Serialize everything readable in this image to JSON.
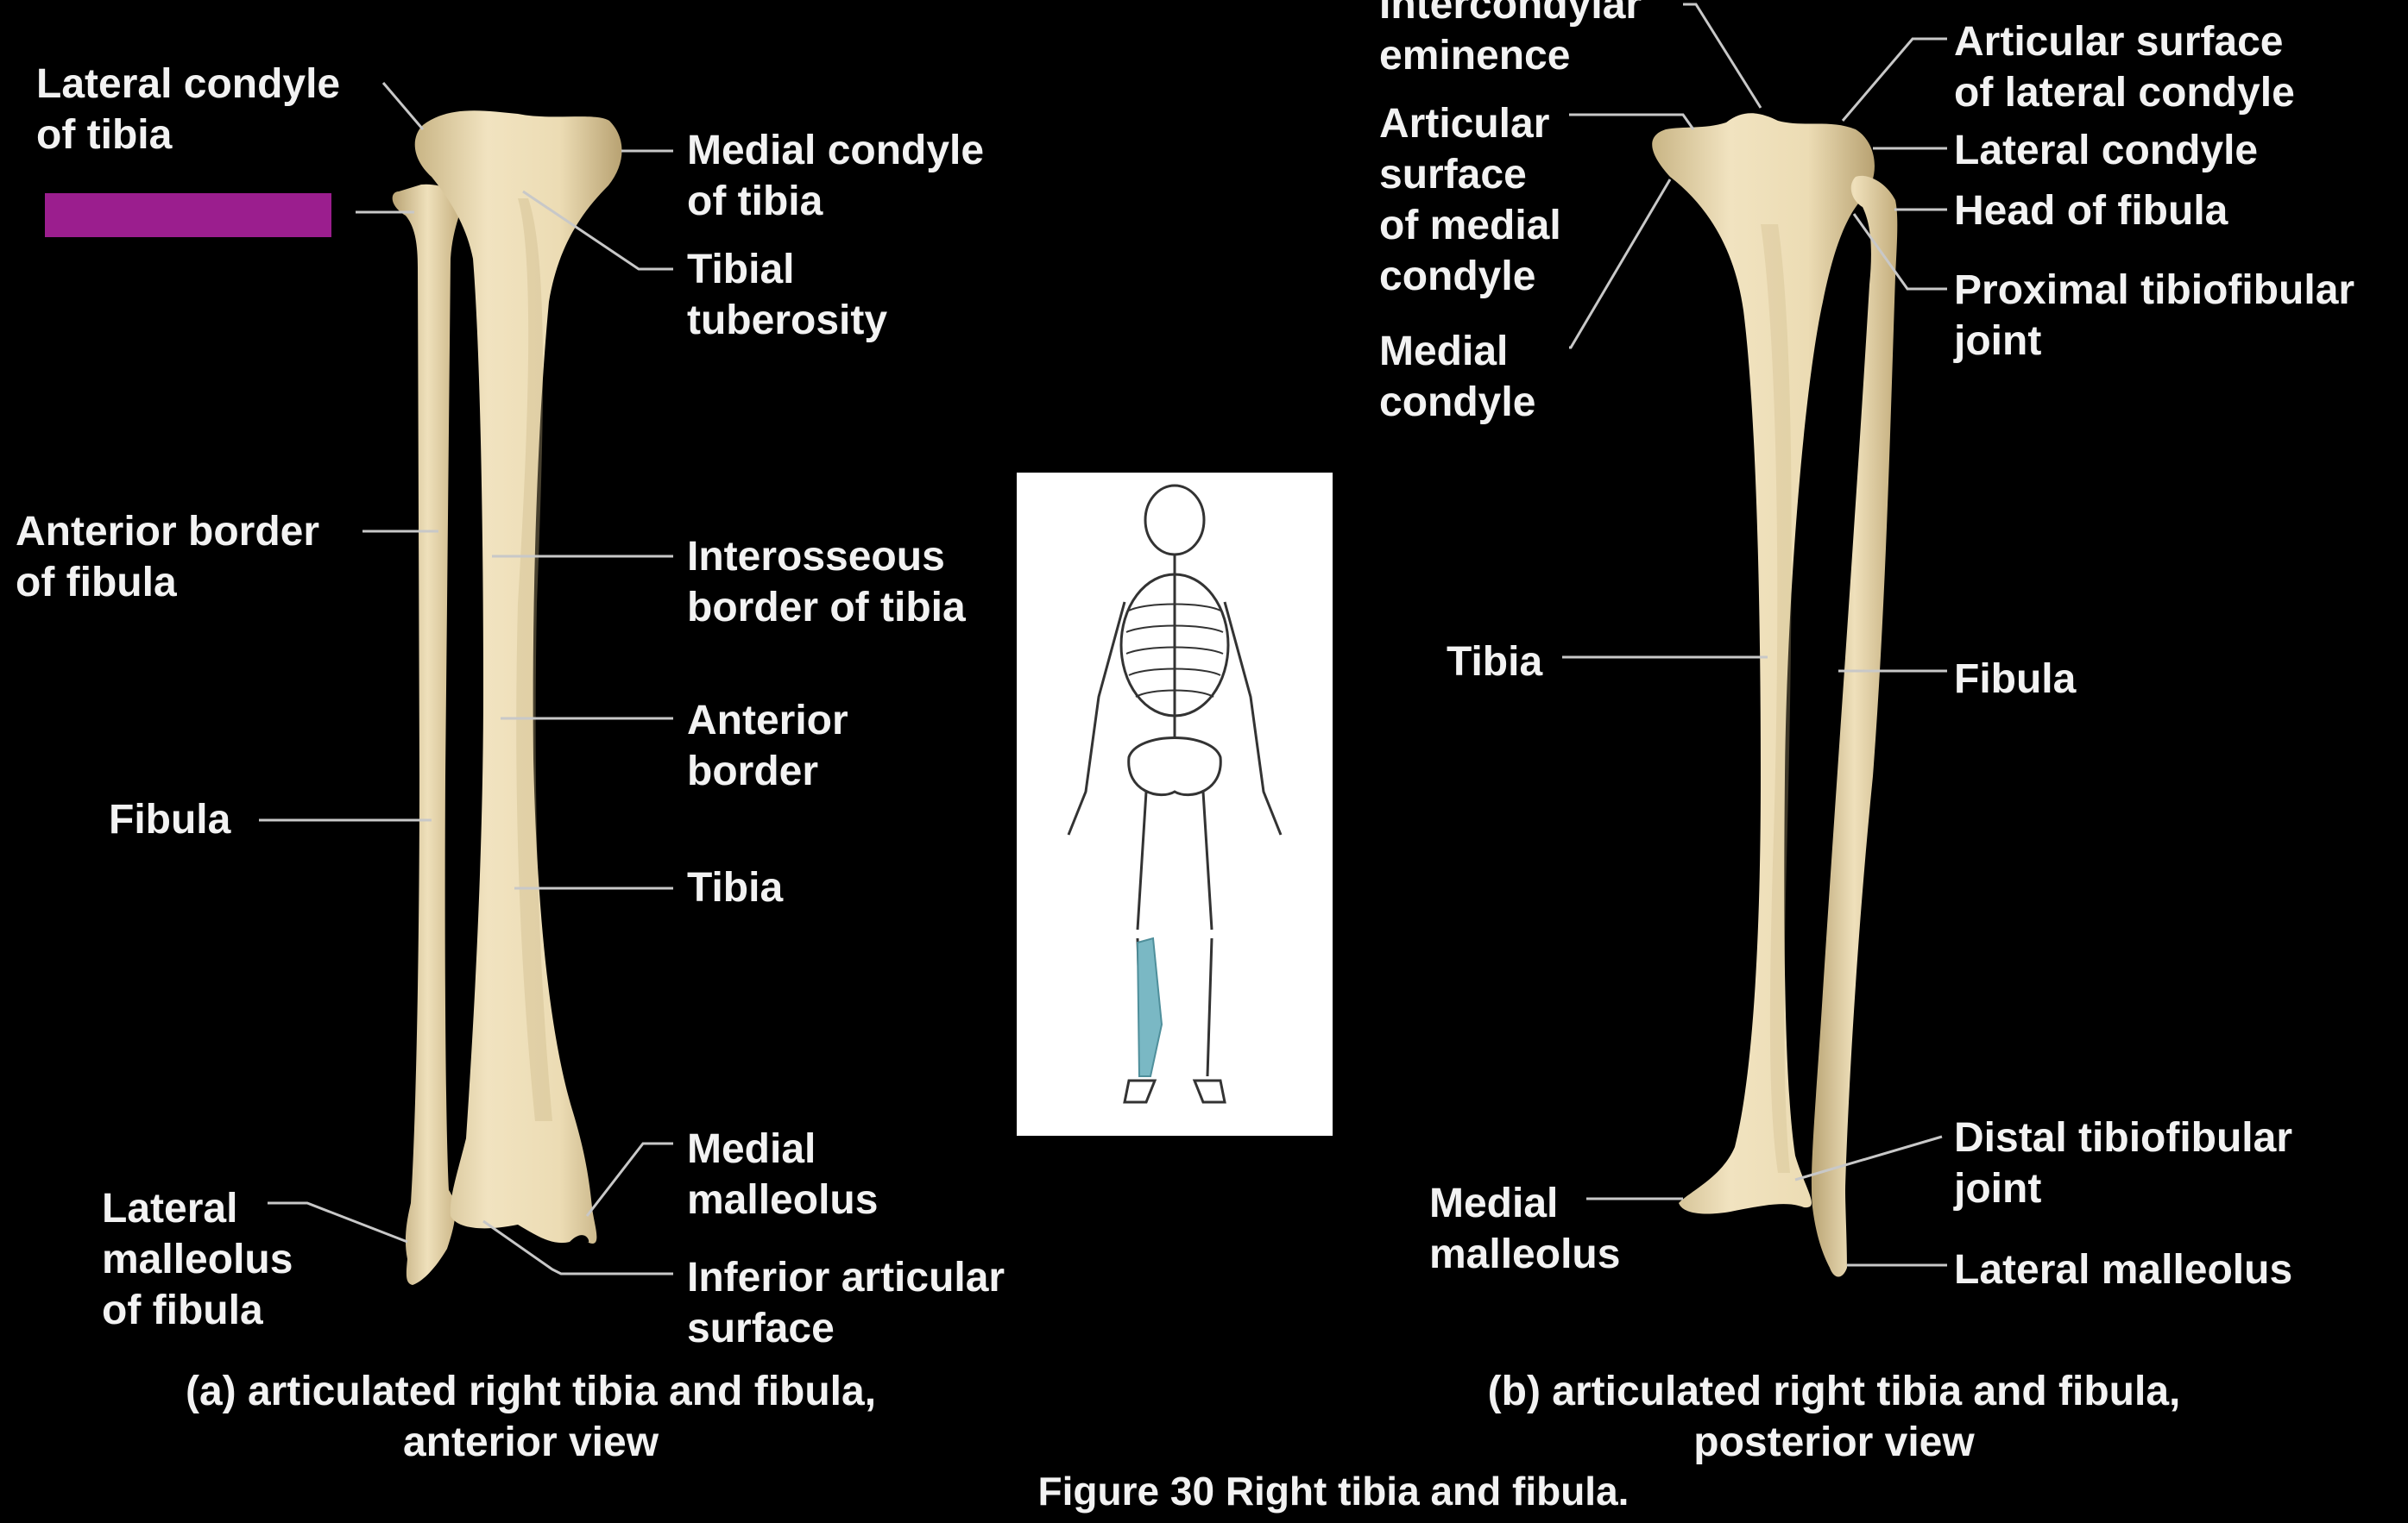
{
  "colors": {
    "background": "#000000",
    "text": "#f2f2f2",
    "leader": "#c8c8c8",
    "bone": "#ecdcb4",
    "bone_shade": "#c9b585",
    "highlight": "#8e8ea8",
    "redaction": "#9b1e8e",
    "inset_bg": "#ffffff",
    "inset_highlight": "#7ab8c4"
  },
  "anterior": {
    "lateral_condyle_of_tibia": [
      "Lateral condyle",
      "of tibia"
    ],
    "medial_condyle_of_tibia": [
      "Medial condyle",
      "of tibia"
    ],
    "tibial_tuberosity": [
      "Tibial",
      "tuberosity"
    ],
    "anterior_border_of_fibula": [
      "Anterior border",
      "of fibula"
    ],
    "interosseous_border_of_tibia": [
      "Interosseous",
      "border of tibia"
    ],
    "anterior_border": [
      "Anterior",
      "border"
    ],
    "fibula": "Fibula",
    "tibia": "Tibia",
    "medial_malleolus": [
      "Medial",
      "malleolus"
    ],
    "lateral_malleolus_of_fibula": [
      "Lateral",
      "malleolus",
      "of fibula"
    ],
    "inferior_articular_surface": [
      "Inferior articular",
      "surface"
    ],
    "caption": [
      "(a) articulated right tibia and fibula,",
      "anterior view"
    ]
  },
  "posterior": {
    "intercondylar_eminence": [
      "Intercondylar",
      "eminence"
    ],
    "articular_surface_of_medial_condyle": [
      "Articular",
      "surface",
      "of medial",
      "condyle"
    ],
    "medial_condyle": [
      "Medial",
      "condyle"
    ],
    "articular_surface_of_lateral_condyle": [
      "Articular surface",
      "of lateral condyle"
    ],
    "lateral_condyle": "Lateral condyle",
    "head_of_fibula": "Head of fibula",
    "proximal_tibiofibular_joint": [
      "Proximal tibiofibular",
      "joint"
    ],
    "tibia": "Tibia",
    "fibula": "Fibula",
    "distal_tibiofibular_joint": [
      "Distal tibiofibular",
      "joint"
    ],
    "medial_malleolus": [
      "Medial",
      "malleolus"
    ],
    "lateral_malleolus": "Lateral malleolus",
    "caption": [
      "(b) articulated right tibia and fibula,",
      "posterior view"
    ]
  },
  "figure_caption": "Figure 30   Right tibia and fibula."
}
